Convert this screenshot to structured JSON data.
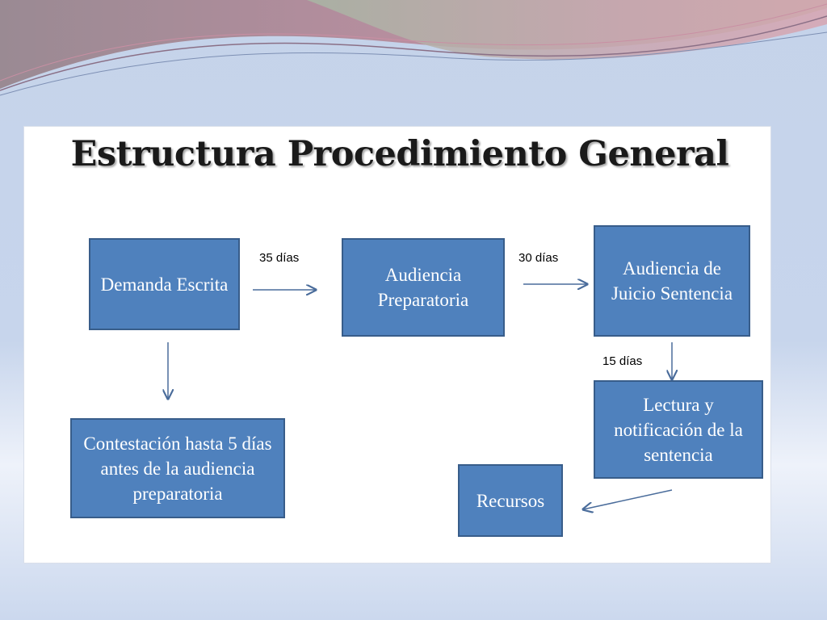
{
  "title": "Estructura Procedimiento General",
  "nodes": {
    "demanda": "Demanda Escrita",
    "audiencia_preparatoria": "Audiencia Preparatoria",
    "audiencia_juicio": "Audiencia de Juicio Sentencia",
    "contestacion": "Contestación hasta 5 días antes de la audiencia preparatoria",
    "lectura": "Lectura y notificación de la sentencia",
    "recursos": "Recursos"
  },
  "edge_labels": {
    "d35": "35 días",
    "d30": "30 días",
    "d15": "15 días"
  },
  "colors": {
    "box_fill": "#4f81bd",
    "box_border": "#385d8a",
    "arrow": "#4a6c9b"
  }
}
